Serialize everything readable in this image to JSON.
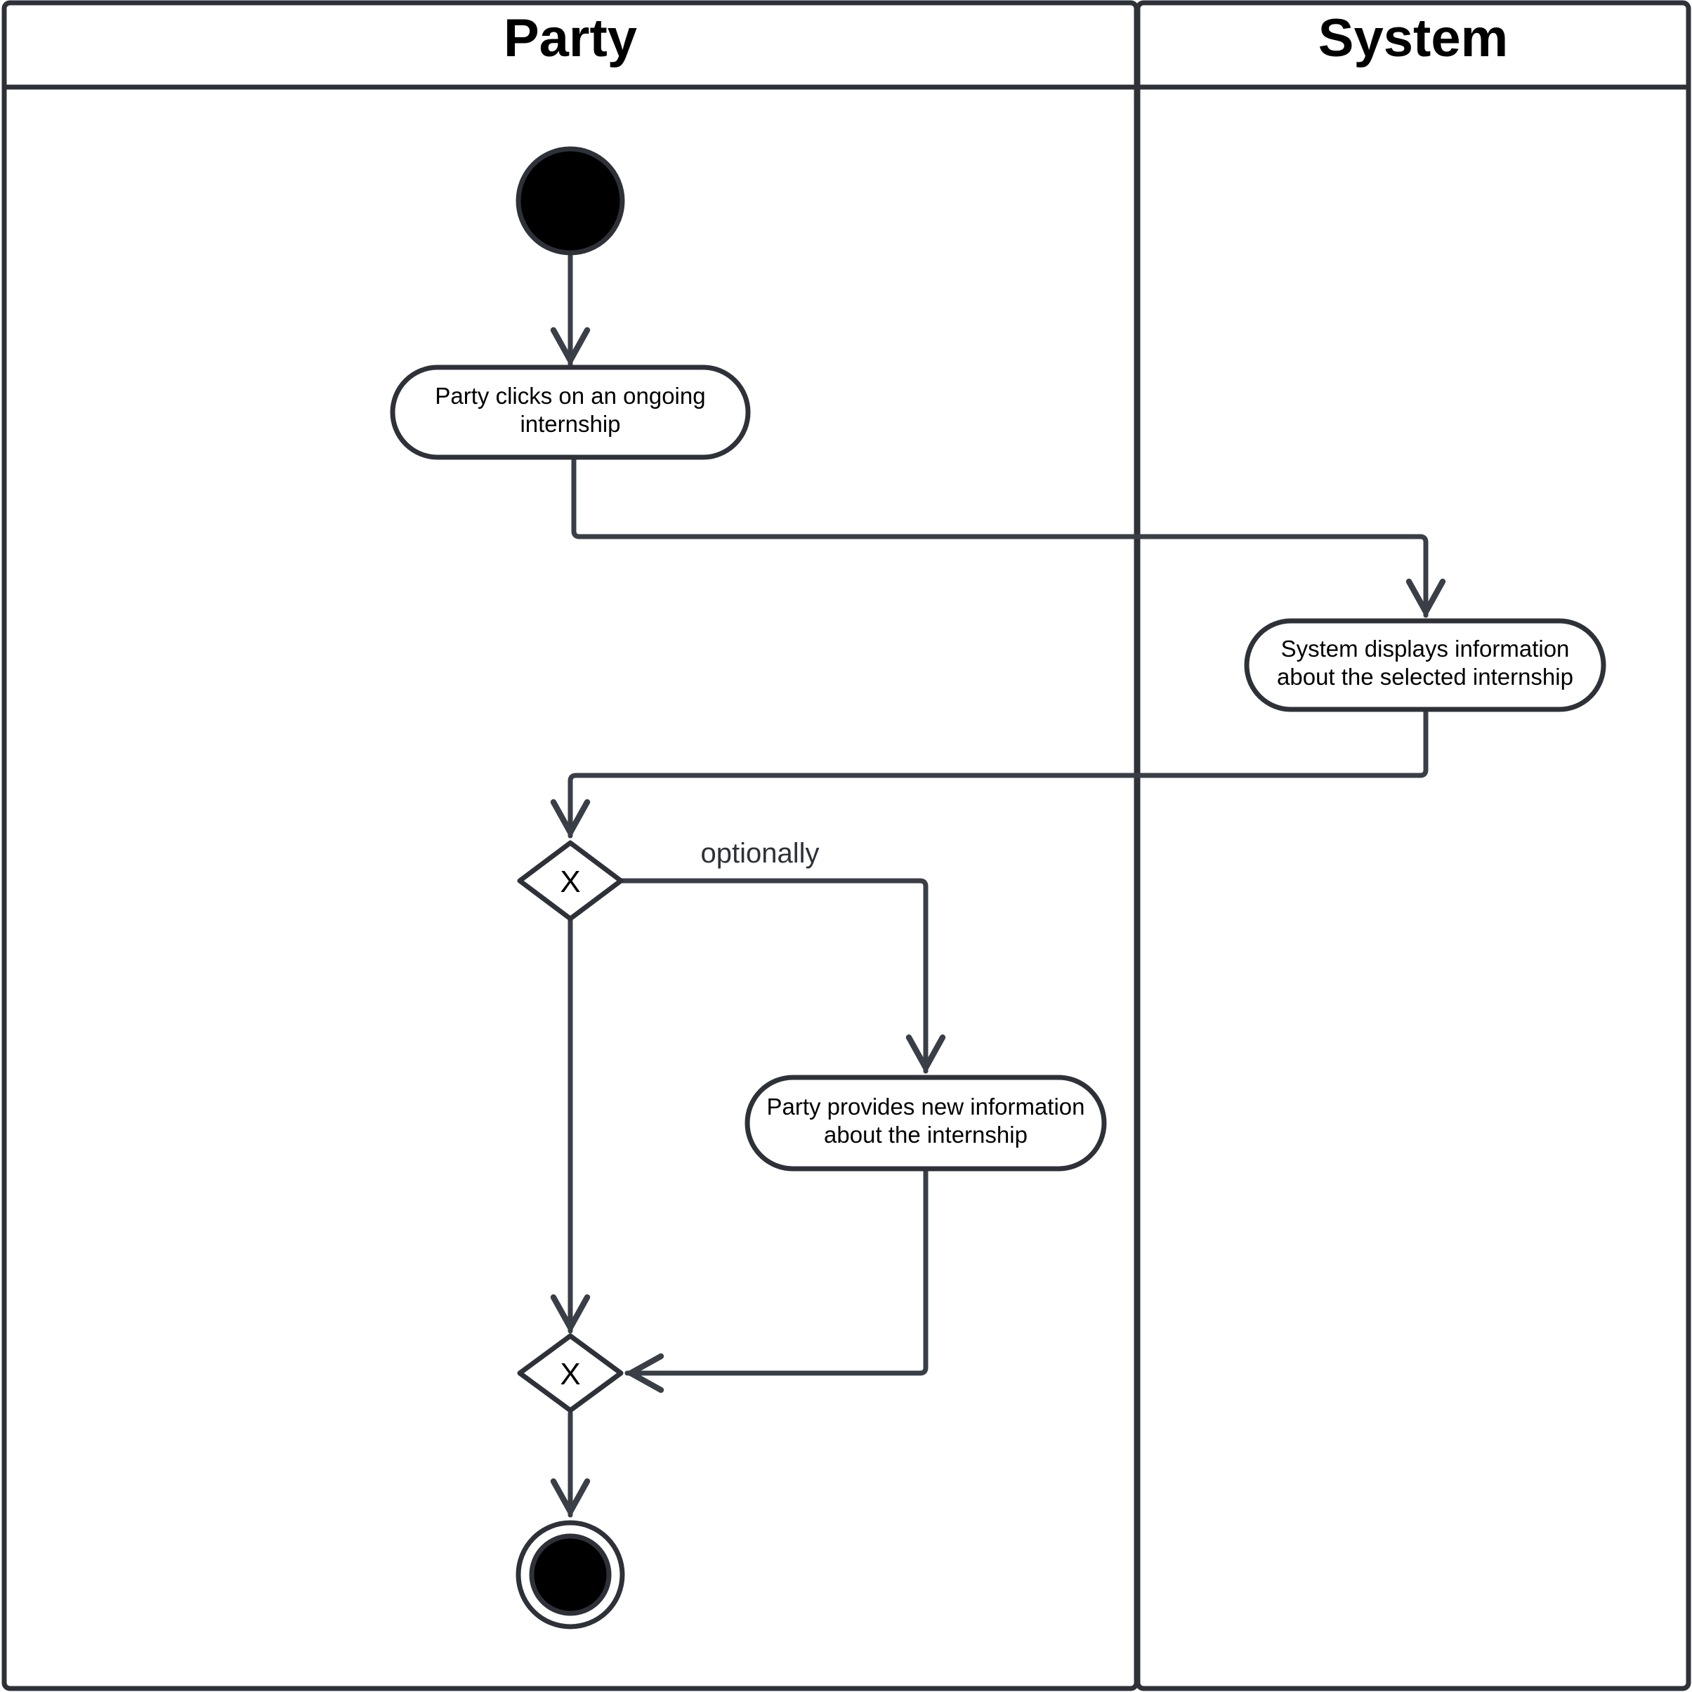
{
  "lanes": {
    "party": {
      "title": "Party"
    },
    "system": {
      "title": "System"
    }
  },
  "nodes": {
    "click_internship": {
      "line1": "Party clicks on an ongoing",
      "line2": "internship"
    },
    "display_info": {
      "line1": "System displays information",
      "line2": "about the selected internship"
    },
    "provide_info": {
      "line1": "Party provides new information",
      "line2": "about the internship"
    }
  },
  "gateways": {
    "split": {
      "symbol": "X"
    },
    "merge": {
      "symbol": "X"
    }
  },
  "edges": {
    "optional_label": "optionally"
  },
  "colors": {
    "stroke": "#2e3138",
    "fill_terminal": "#000000",
    "background": "#ffffff"
  }
}
